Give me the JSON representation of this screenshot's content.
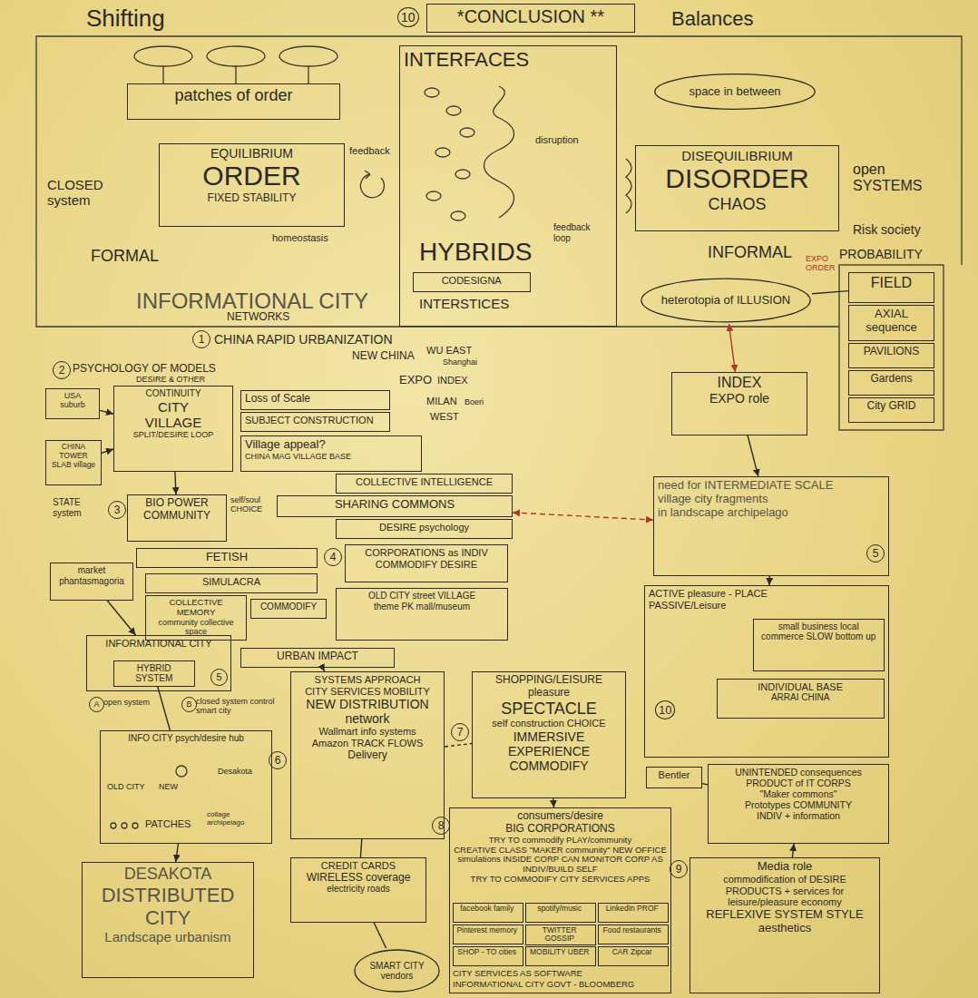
{
  "diagram": {
    "nodes": [
      {
        "text": [
          "*CONCLUSION **"
        ]
      },
      {
        "text": [
          "INTERFACES"
        ]
      },
      {
        "text": [
          "patches of order"
        ]
      },
      {
        "text": [
          "EQUILIBRIUM",
          "ORDER",
          "FIXED STABILITY"
        ]
      },
      {
        "text": [
          "space in between"
        ]
      },
      {
        "text": [
          "DISEQUILIBRIUM",
          "DISORDER",
          "CHAOS"
        ]
      },
      {
        "text": [
          "CODESIGNA"
        ],
        "in": 1
      },
      {
        "text": [
          "heterotopia of ILLUSION"
        ]
      },
      {
        "text": [
          "FIELD"
        ]
      },
      {
        "text": [
          "AXIAL sequence"
        ]
      },
      {
        "text": [
          "PAVILIONS"
        ]
      },
      {
        "text": [
          "Gardens"
        ]
      },
      {
        "text": [
          "City GRID"
        ]
      },
      {
        "text": [
          "USA",
          "suburb"
        ]
      },
      {
        "text": [
          "CONTINUITY",
          "CITY",
          "VILLAGE",
          "SPLIT/DESIRE LOOP"
        ]
      },
      {
        "text": [
          "CHINA TOWER SLAB village"
        ]
      },
      {
        "text": [
          "Loss of Scale"
        ]
      },
      {
        "text": [
          "SUBJECT CONSTRUCTION"
        ]
      },
      {
        "text": [
          "Village appeal?",
          "CHINA MAG VILLAGE BASE"
        ]
      },
      {
        "text": [
          "INDEX",
          "EXPO role"
        ]
      },
      {
        "text": [
          "BIO POWER",
          "COMMUNITY"
        ]
      },
      {
        "text": [
          "COLLECTIVE INTELLIGENCE"
        ]
      },
      {
        "text": [
          "SHARING COMMONS"
        ]
      },
      {
        "text": [
          "DESIRE psychology"
        ]
      },
      {
        "text": [
          "need for INTERMEDIATE SCALE",
          "village city fragments",
          "in landscape archipelago"
        ]
      },
      {
        "text": [
          "FETISH"
        ]
      },
      {
        "text": [
          "CORPORATIONS as INDIV",
          "COMMODIFY DESIRE"
        ]
      },
      {
        "text": [
          "market phantasmagoria"
        ]
      },
      {
        "text": [
          "SIMULACRA"
        ]
      },
      {
        "text": [
          "COLLECTIVE MEMORY",
          "community collective space"
        ]
      },
      {
        "text": [
          "COMMODIFY"
        ]
      },
      {
        "text": [
          "OLD CITY street VILLAGE",
          "theme PK mall/museum"
        ]
      },
      {
        "text": [
          "URBAN IMPACT"
        ]
      },
      {
        "text": [
          "INFORMATIONAL CITY"
        ]
      },
      {
        "text": [
          "HYBRID SYSTEM"
        ],
        "in": 33
      },
      {
        "text": [
          "INFO CITY psych/desire hub"
        ]
      },
      {
        "text": [
          "DESAKOTA",
          "DISTRIBUTED CITY",
          "Landscape urbanism"
        ]
      },
      {
        "text": [
          "SYSTEMS APPROACH",
          "CITY SERVICES MOBILITY",
          "NEW DISTRIBUTION network",
          "Wallmart info systems",
          "Amazon TRACK FLOWS",
          "Delivery"
        ]
      },
      {
        "text": [
          "CREDIT CARDS",
          "WIRELESS coverage",
          "electricity roads"
        ]
      },
      {
        "text": [
          "SHOPPING/LEISURE pleasure",
          "SPECTACLE",
          "self construction CHOICE",
          "IMMERSIVE EXPERIENCE",
          "COMMODIFY"
        ]
      },
      {
        "text": [
          "ACTIVE pleasure - PLACE",
          "PASSIVE/Leisure"
        ]
      },
      {
        "text": [
          "small business local commerce SLOW bottom up"
        ],
        "in": 40
      },
      {
        "text": [
          "INDIVIDUAL BASE",
          "ARRAI CHINA"
        ],
        "in": 40
      },
      {
        "text": [
          "Bentler"
        ]
      },
      {
        "text": [
          "UNINTENDED consequences",
          "PRODUCT of IT CORPS",
          "\"Maker commons\"",
          "Prototypes COMMUNITY",
          "INDIV + information"
        ]
      },
      {
        "text": [
          "consumers/desire",
          "BIG CORPORATIONS",
          "TRY TO commodify PLAY/community",
          "CREATIVE CLASS \"MAKER community\" NEW OFFICE simulations INSIDE CORP CAN MONITOR CORP AS INDIV/BUILD SELF",
          "TRY TO COMMODIFY CITY SERVICES APPS"
        ]
      },
      {
        "text": [
          "facebook family"
        ],
        "in": 45
      },
      {
        "text": [
          "spotify/music"
        ],
        "in": 45
      },
      {
        "text": [
          "LinkedIn PROF"
        ],
        "in": 45
      },
      {
        "text": [
          "Pinterest memory"
        ],
        "in": 45
      },
      {
        "text": [
          "TWITTER GOSSIP"
        ],
        "in": 45
      },
      {
        "text": [
          "Food restaurants"
        ],
        "in": 45
      },
      {
        "text": [
          "SHOP - TO cities"
        ],
        "in": 45
      },
      {
        "text": [
          "MOBILITY UBER"
        ],
        "in": 45
      },
      {
        "text": [
          "CAR Zipcar"
        ],
        "in": 45
      },
      {
        "text": [
          "Media role",
          "commodification of DESIRE",
          "PRODUCTS + services for leisure/pleasure economy",
          "REFLEXIVE SYSTEM STYLE aesthetics"
        ]
      },
      {
        "text": [
          "SMART CITY vendors"
        ]
      }
    ],
    "edges": [
      {
        "from": 14,
        "to": 20,
        "arrow": "to"
      },
      {
        "from": 27,
        "to": 33,
        "arrow": "to"
      },
      {
        "from": 32,
        "to": 37,
        "arrow": "to"
      },
      {
        "from": 34,
        "to": 35,
        "arrow": "none"
      },
      {
        "from": 35,
        "to": 36,
        "arrow": "to"
      },
      {
        "from": 37,
        "to": 38,
        "arrow": "none"
      },
      {
        "from": 39,
        "to": 45,
        "arrow": "to"
      },
      {
        "from": 24,
        "to": 40,
        "arrow": "to"
      },
      {
        "from": 19,
        "to": 7,
        "arrow": "both"
      },
      {
        "from": 22,
        "to": 24,
        "arrow": "both"
      },
      {
        "from": 38,
        "to": 56,
        "arrow": "none"
      },
      {
        "from": 43,
        "to": 44,
        "arrow": "none"
      },
      {
        "from": 55,
        "to": 44,
        "arrow": "to"
      },
      {
        "from": 7,
        "to": 8,
        "arrow": "none"
      },
      {
        "from": 13,
        "to": 14,
        "arrow": "to"
      },
      {
        "from": 15,
        "to": 14,
        "arrow": "to"
      },
      {
        "from": 37,
        "to": 39,
        "arrow": "none"
      },
      {
        "from": 19,
        "to": 24,
        "arrow": "to"
      }
    ],
    "labels": [
      "Shifting",
      "10",
      "Balances",
      "CLOSED system",
      "FORMAL",
      "feedback",
      "homeostasis",
      "HYBRIDS",
      "INTERSTICES",
      "disruption",
      "feedback loop",
      "open SYSTEMS",
      "Risk society",
      "PROBABILITY",
      "INFORMAL",
      "INFORMATIONAL CITY",
      "NETWORKS",
      "EXPO ORDER",
      "1",
      "CHINA RAPID URBANIZATION",
      "NEW CHINA",
      "WU EAST",
      "Shanghai",
      "EXPO",
      "INDEX",
      "MILAN",
      "Boeri",
      "WEST",
      "2",
      "PSYCHOLOGY OF MODELS",
      "DESIRE & OTHER",
      "STATE system",
      "3",
      "self/soul CHOICE",
      "4",
      "5",
      "A",
      "open system",
      "B",
      "closed system control smart city",
      "OLD CITY",
      "NEW",
      "Desakota",
      "PATCHES",
      "collage archipelago",
      "6",
      "7",
      "5",
      "10",
      "8",
      "9",
      "CITY SERVICES AS SOFTWARE",
      "INFORMATIONAL CITY GOVT - BLOOMBERG"
    ]
  }
}
